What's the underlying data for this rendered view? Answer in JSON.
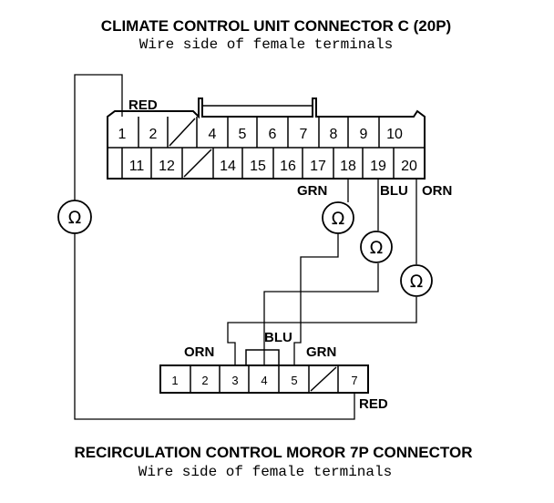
{
  "top_connector": {
    "title": "CLIMATE CONTROL UNIT CONNECTOR C (20P)",
    "subtitle": "Wire side of female terminals",
    "row1": [
      "1",
      "2",
      "",
      "4",
      "5",
      "6",
      "7",
      "8",
      "9",
      "10"
    ],
    "row2": [
      "",
      "11",
      "12",
      "",
      "14",
      "15",
      "16",
      "17",
      "18",
      "19",
      "20"
    ]
  },
  "bottom_connector": {
    "title": "RECIRCULATION CONTROL MOROR 7P CONNECTOR",
    "subtitle": "Wire side of female terminals",
    "pins": [
      "1",
      "2",
      "3",
      "4",
      "5",
      "",
      "7"
    ]
  },
  "wire_labels": {
    "top_red": "RED",
    "top_grn": "GRN",
    "top_blu": "BLU",
    "top_orn": "ORN",
    "bottom_orn": "ORN",
    "bottom_blu": "BLU",
    "bottom_grn": "GRN",
    "bottom_red": "RED"
  },
  "ohmmeter_symbol": "Ω",
  "ohmmeters": [
    "ohmmeter-left",
    "ohmmeter-grn",
    "ohmmeter-blu",
    "ohmmeter-orn"
  ]
}
